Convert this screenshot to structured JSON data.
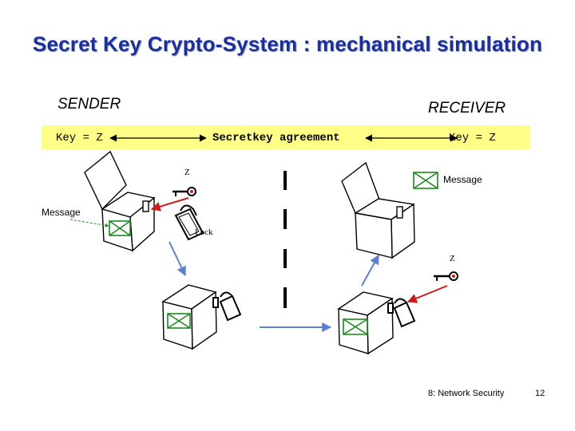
{
  "title": "Secret Key Crypto-System : mechanical simulation",
  "sender_label": "SENDER",
  "receiver_label": "RECEIVER",
  "key_left": "Key = Z",
  "agreement": "Secretkey agreement",
  "key_right": "Key = Z",
  "key_z_sender": "Z",
  "key_z_receiver": "Z",
  "lock_label": "Lock",
  "message_left": "Message",
  "message_right": "Message",
  "footer": "8: Network Security",
  "page_number": "12",
  "colors": {
    "title": "#1a2fa0",
    "band": "#ffff88",
    "arrow_blue": "#5a7fd6",
    "key_red": "#cc1a1a",
    "envelope_green": "#1c8a1c"
  }
}
